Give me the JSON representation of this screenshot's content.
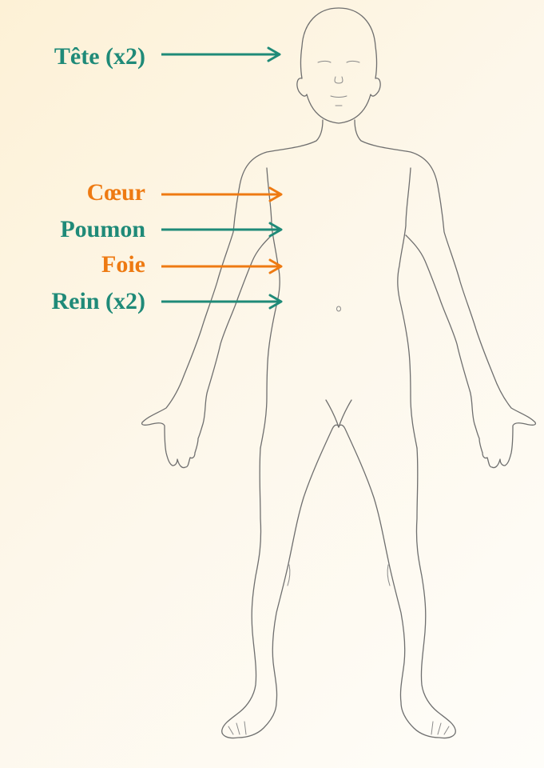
{
  "colors": {
    "green": "#1f8a78",
    "orange": "#ee7a12",
    "outline": "#6f6f6f"
  },
  "labels": [
    {
      "id": "tete",
      "text": "Tête (x2)",
      "color": "green"
    },
    {
      "id": "coeur",
      "text": "Cœur",
      "color": "orange"
    },
    {
      "id": "poumon",
      "text": "Poumon",
      "color": "green"
    },
    {
      "id": "foie",
      "text": "Foie",
      "color": "orange"
    },
    {
      "id": "rein",
      "text": "Rein (x2)",
      "color": "green"
    }
  ]
}
